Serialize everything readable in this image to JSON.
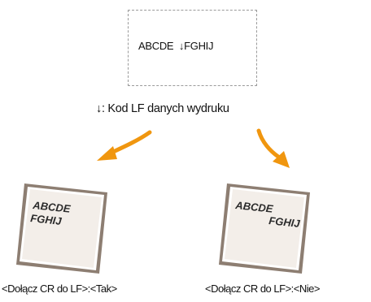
{
  "source": {
    "text": "ABCDE  ↓FGHIJ"
  },
  "caption": {
    "text": "↓: Kod LF danych wydruku"
  },
  "results": [
    {
      "line1": "ABCDE",
      "line2": "FGHIJ",
      "label": "<Dołącz CR do LF>:<Tak>"
    },
    {
      "line1": "ABCDE",
      "line2": "FGHIJ",
      "label": "<Dołącz CR do LF>:<Nie>"
    }
  ],
  "colors": {
    "arrow": "#f0960f",
    "paper_frame": "#8d7e72",
    "paper_face": "#f3eee9"
  }
}
